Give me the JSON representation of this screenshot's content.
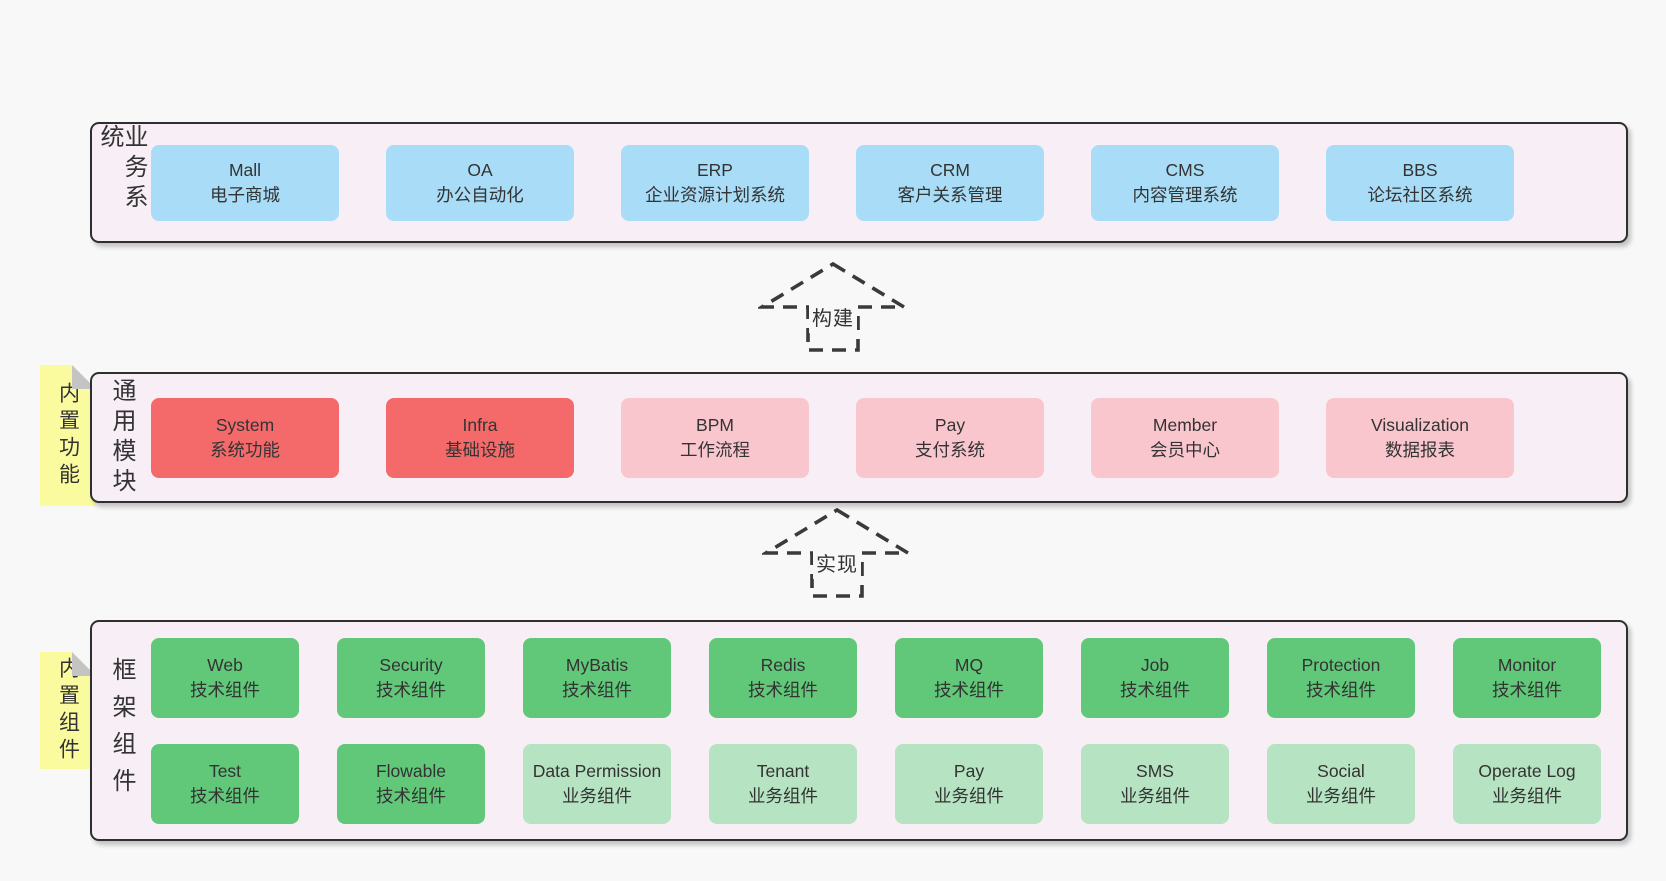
{
  "colors": {
    "page_bg": "#f8f8f8",
    "band_bg": "#f8eef6",
    "band_border": "#2f2f2f",
    "box_blue": "#a9dcf6",
    "box_red": "#f46a6a",
    "box_pink": "#f9c6ce",
    "box_green": "#60c878",
    "box_lightgreen": "#b6e3c1",
    "note_yellow": "#fafa9e",
    "note_fold": "#c4c4c4",
    "text": "#333333"
  },
  "diagram": {
    "arrows": [
      {
        "id": "build",
        "label": "构建"
      },
      {
        "id": "implement",
        "label": "实现"
      }
    ],
    "layers": [
      {
        "id": "business-systems",
        "label": "业务系统",
        "rows": [
          [
            {
              "en": "Mall",
              "zh": "电子商城",
              "variant": "blue"
            },
            {
              "en": "OA",
              "zh": "办公自动化",
              "variant": "blue"
            },
            {
              "en": "ERP",
              "zh": "企业资源计划系统",
              "variant": "blue"
            },
            {
              "en": "CRM",
              "zh": "客户关系管理",
              "variant": "blue"
            },
            {
              "en": "CMS",
              "zh": "内容管理系统",
              "variant": "blue"
            },
            {
              "en": "BBS",
              "zh": "论坛社区系统",
              "variant": "blue"
            }
          ]
        ]
      },
      {
        "id": "common-modules",
        "label": "通用模块",
        "note": "内置功能",
        "rows": [
          [
            {
              "en": "System",
              "zh": "系统功能",
              "variant": "red"
            },
            {
              "en": "Infra",
              "zh": "基础设施",
              "variant": "red"
            },
            {
              "en": "BPM",
              "zh": "工作流程",
              "variant": "pink"
            },
            {
              "en": "Pay",
              "zh": "支付系统",
              "variant": "pink"
            },
            {
              "en": "Member",
              "zh": "会员中心",
              "variant": "pink"
            },
            {
              "en": "Visualization",
              "zh": "数据报表",
              "variant": "pink"
            }
          ]
        ]
      },
      {
        "id": "framework-components",
        "label": "框架组件",
        "note": "内置组件",
        "rows": [
          [
            {
              "en": "Web",
              "zh": "技术组件",
              "variant": "green"
            },
            {
              "en": "Security",
              "zh": "技术组件",
              "variant": "green"
            },
            {
              "en": "MyBatis",
              "zh": "技术组件",
              "variant": "green"
            },
            {
              "en": "Redis",
              "zh": "技术组件",
              "variant": "green"
            },
            {
              "en": "MQ",
              "zh": "技术组件",
              "variant": "green"
            },
            {
              "en": "Job",
              "zh": "技术组件",
              "variant": "green"
            },
            {
              "en": "Protection",
              "zh": "技术组件",
              "variant": "green"
            },
            {
              "en": "Monitor",
              "zh": "技术组件",
              "variant": "green"
            }
          ],
          [
            {
              "en": "Test",
              "zh": "技术组件",
              "variant": "green"
            },
            {
              "en": "Flowable",
              "zh": "技术组件",
              "variant": "green"
            },
            {
              "en": "Data Permission",
              "zh": "业务组件",
              "variant": "lightgreen"
            },
            {
              "en": "Tenant",
              "zh": "业务组件",
              "variant": "lightgreen"
            },
            {
              "en": "Pay",
              "zh": "业务组件",
              "variant": "lightgreen"
            },
            {
              "en": "SMS",
              "zh": "业务组件",
              "variant": "lightgreen"
            },
            {
              "en": "Social",
              "zh": "业务组件",
              "variant": "lightgreen"
            },
            {
              "en": "Operate Log",
              "zh": "业务组件",
              "variant": "lightgreen"
            }
          ]
        ]
      }
    ]
  }
}
